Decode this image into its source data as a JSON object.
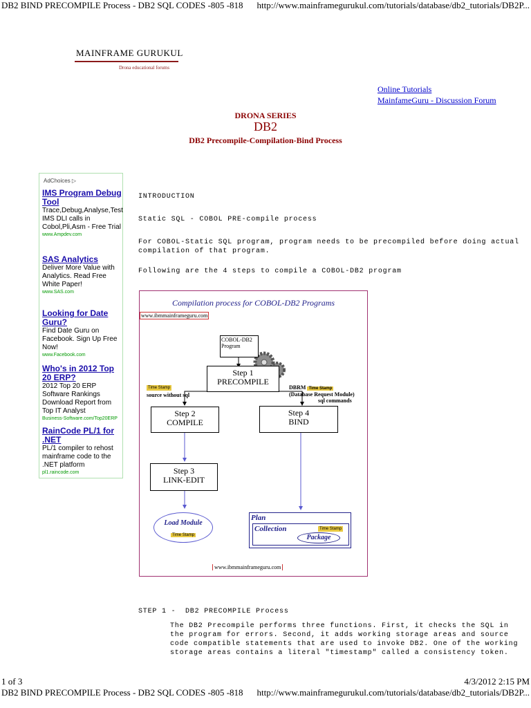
{
  "header": {
    "title": "DB2 BIND PRECOMPILE Process - DB2 SQL CODES -805 -818",
    "url": "http://www.mainframegurukul.com/tutorials/database/db2_tutorials/DB2P..."
  },
  "footer": {
    "page": "1 of 3",
    "datetime": "4/3/2012 2:15 PM",
    "title": "DB2 BIND PRECOMPILE Process - DB2 SQL CODES -805 -818",
    "url": "http://www.mainframegurukul.com/tutorials/database/db2_tutorials/DB2P..."
  },
  "site": {
    "logo": "MAINFRAME GURUKUL",
    "tagline": "Drona educational forums"
  },
  "nav": {
    "links": [
      "Online Tutorials",
      "MainfameGuru - Discussion Forum"
    ]
  },
  "article": {
    "series": "DRONA SERIES",
    "subject": "DB2",
    "heading": "DB2 Precompile-Compilation-Bind Process",
    "intro_label": "INTRODUCTION",
    "static_sql": "Static SQL - COBOL PRE-compile process",
    "para1": "For COBOL-Static SQL program, program needs to be precompiled before doing actual\ncompilation of that program.",
    "para2": "Following are the 4 steps to compile a COBOL-DB2 program",
    "step1_heading": "STEP 1 -  DB2 PRECOMPILE Process",
    "step1_text": "The DB2 Precompile performs three functions. First, it checks the SQL in\nthe program for errors. Second, it adds working storage areas and source\ncode compatible statements that are used to invoke DB2. One of the working\nstorage areas contains a literal \"timestamp\" called a consistency token."
  },
  "ads": {
    "choices": "AdChoices",
    "items": [
      {
        "title": "IMS Program Debug Tool",
        "text": "Trace,Debug,Analyse,Test IMS DLI calls in Cobol,Pli,Asm - Free Trial",
        "url": "www.Ampdev.com"
      },
      {
        "title": "SAS Analytics",
        "text": "Deliver More Value with Analytics. Read Free White Paper!",
        "url": "www.SAS.com"
      },
      {
        "title": "Looking for Date Guru?",
        "text": "Find Date Guru on Facebook. Sign Up Free Now!",
        "url": "www.Facebook.com"
      },
      {
        "title": "Who's in 2012 Top 20 ERP?",
        "text": "2012 Top 20 ERP Software Rankings Download Report from Top IT Analyst",
        "url": "Business-Software.com/Top20ERP"
      },
      {
        "title": "RainCode PL/1 for .NET",
        "text": "PL/1 compiler to rehost mainframe code to the .NET platform",
        "url": "pl1.raincode.com"
      }
    ]
  },
  "diagram": {
    "title": "Compilation process for COBOL-DB2 Programs",
    "watermark_top": "www.ibmmainframeguru.com",
    "watermark_bottom": "www.ibmmainframeguru.com",
    "source_doc": "COBOL-DB2\nProgram",
    "step1": {
      "step": "Step 1",
      "name": "PRECOMPILE"
    },
    "step2": {
      "step": "Step 2",
      "name": "COMPILE"
    },
    "step3": {
      "step": "Step 3",
      "name": "LINK-EDIT"
    },
    "step4": {
      "step": "Step 4",
      "name": "BIND"
    },
    "timestamp": "Time Stamp",
    "source_without_sql": "source without sql",
    "dbrm": "DBRM",
    "dbrm_full": "(Database Request Module)",
    "sql_commands": "sql commands",
    "load_module": "Load Module",
    "plan": "Plan",
    "collection": "Collection",
    "package": "Package"
  },
  "colors": {
    "rule": "#8b1a1a",
    "heading": "#8b0000",
    "link": "#0000cc",
    "diagram_border": "#a03070",
    "arrow": "#5a5ad0",
    "timestamp": "#e8c840"
  }
}
